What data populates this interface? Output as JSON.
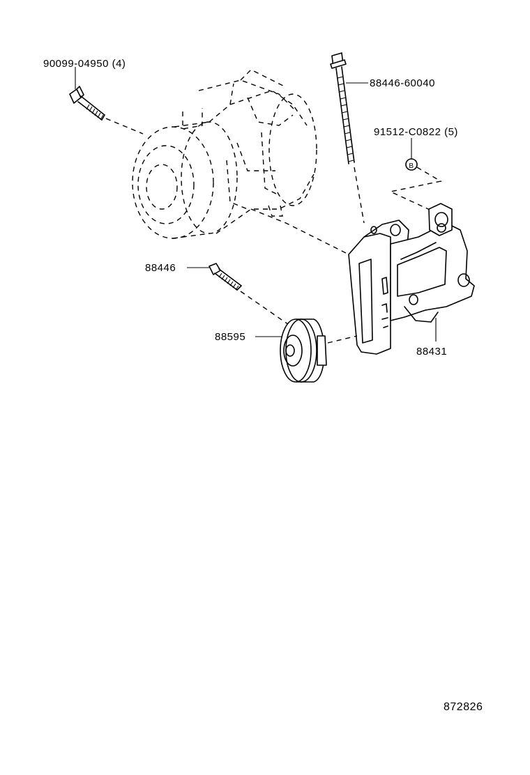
{
  "diagram": {
    "labels": {
      "bolt_top_left": "90099-04950 (4)",
      "bolt_long": "88446-60040",
      "nut": "91512-C0822 (5)",
      "bolt_idler": "88446",
      "idler_pulley": "88595",
      "bracket": "88431"
    },
    "nut_marker": "B",
    "figure_number": "872826"
  }
}
